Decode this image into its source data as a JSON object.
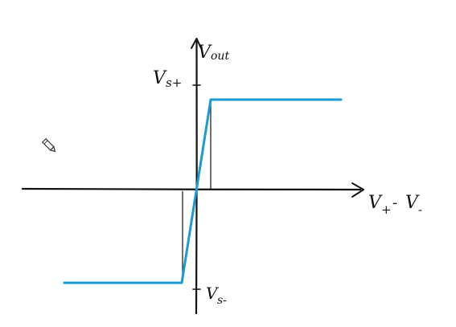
{
  "labels": {
    "y_axis": "V",
    "y_axis_sub": "out",
    "x_axis_a": "V",
    "x_axis_a_sub": "+",
    "x_axis_minus": "-",
    "x_axis_b": "V",
    "x_axis_b_sub": "-",
    "pos_sat": "V",
    "pos_sat_sub": "s+",
    "neg_sat": "V",
    "neg_sat_sub": "s-"
  },
  "colors": {
    "curve": "#1b9ad6",
    "ink": "#111111"
  },
  "icons": {
    "pencil": "pencil-icon"
  }
}
